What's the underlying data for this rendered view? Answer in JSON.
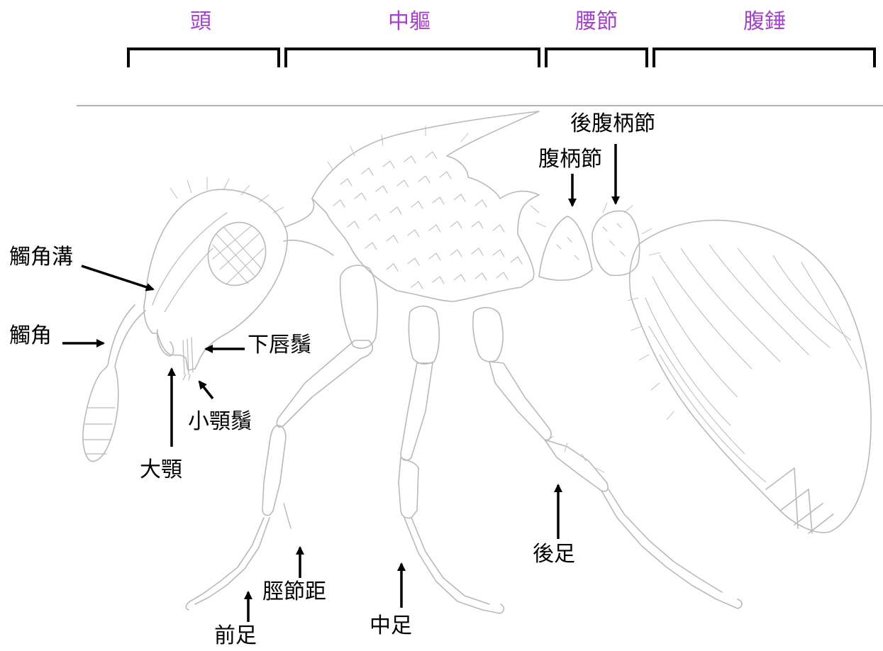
{
  "regions": {
    "head": "頭",
    "mesosoma": "中軀",
    "waist": "腰節",
    "gaster": "腹錘"
  },
  "labels": {
    "antennal_groove": "觸角溝",
    "antenna": "觸角",
    "labial_palp": "下唇鬚",
    "maxillary_palp": "小顎鬚",
    "mandible": "大顎",
    "petiole": "腹柄節",
    "postpetiole": "後腹柄節",
    "tibial_spur": "脛節距",
    "foreleg": "前足",
    "midleg": "中足",
    "hindleg": "後足"
  },
  "colors": {
    "region_text": "#a442c9",
    "label_text": "#000000",
    "drawing_stroke": "#b9b9b9",
    "bracket": "#000000"
  }
}
